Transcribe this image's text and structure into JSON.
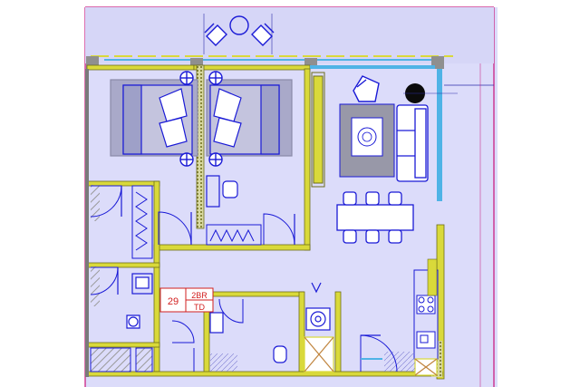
{
  "unit_tag": {
    "number": "29",
    "type_line1": "2BR",
    "type_line2": "TD"
  },
  "colors": {
    "background": "#ffffff",
    "floor_fill": "#dcdcfa",
    "outer_boundary": "#c8127a",
    "wall": "#d9d93a",
    "wall_edge": "#6d6d1a",
    "furniture": "#1a1ad6",
    "glazing": "#4fb3e6",
    "tag": "#d21f1f",
    "hatch": "#b5b5b5",
    "dark": "#0b0b0b"
  }
}
